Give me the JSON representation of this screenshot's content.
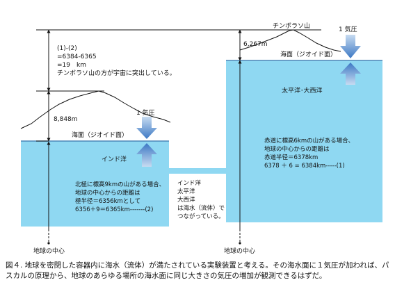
{
  "left_panel": {
    "difference_lines": [
      "(1)-(2)",
      "=6384-6365",
      "=19　km",
      "チンボラソ山の方が宇宙に突出している。"
    ],
    "height_label": "8,848m",
    "pressure_label": "1 気圧",
    "sea_surface_label": "海面（ジオイド面）",
    "ocean_label": "インド洋",
    "note_lines": [
      "北極に標高9kmの山がある場合、",
      "地球の中心からの距離は",
      "極半径＝6356kmとして",
      "6356＋9＝6365km-------(2)"
    ],
    "center_label": "地球の中心"
  },
  "channel_note_lines": [
    "インド洋",
    "太平洋",
    "大西洋",
    "は海水（流体）で",
    "つながっている。"
  ],
  "right_panel": {
    "mountain_label": "チンボラソ山",
    "height_label": "6,267m",
    "pressure_label": "1 気圧",
    "sea_surface_label": "海面（ジオイド面）",
    "ocean_label": "太平洋･大西洋",
    "note_lines": [
      "赤道に標高6kmの山がある場合、",
      "地球の中心からの距離は",
      "赤道半径＝6378km",
      "6378 ＋ 6 = 6384km-----(1)"
    ],
    "center_label": "地球の中心"
  },
  "caption": "図４. 地球を密閉した容器内に海水（流体）が満たされている実験装置と考える。その海水面に１気圧が加われば、パスカルの原理から、地球のあらゆる場所の海水面に同じ大きさの気圧の増加が観測できるはずだ。",
  "colors": {
    "water": "#8fd8f2",
    "water_dark_line": "#4a86b7",
    "arrow_light": "#9cc2e6",
    "arrow_dark": "#3c78c4"
  }
}
